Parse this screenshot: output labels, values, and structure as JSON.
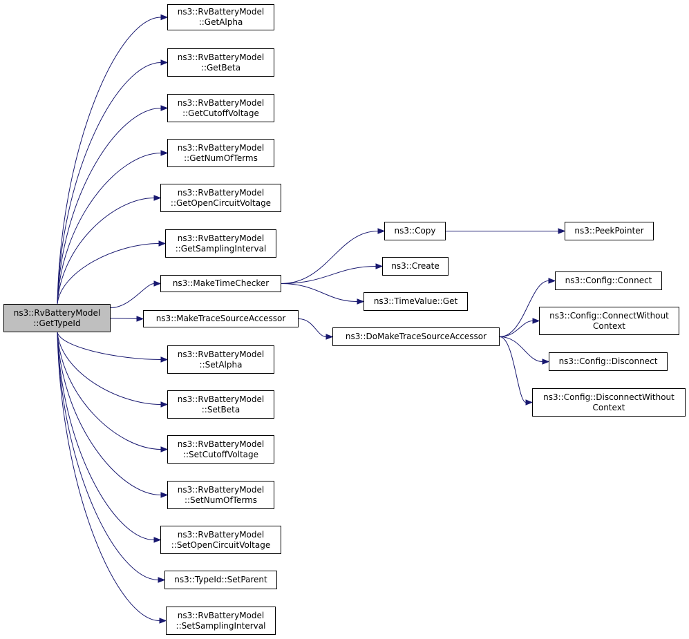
{
  "colors": {
    "edge": "#191970",
    "root_fill": "#bfbfbf",
    "node_border": "#000000"
  },
  "nodes": [
    {
      "id": "root",
      "lines": [
        "ns3::RvBatteryModel",
        "::GetTypeId"
      ]
    },
    {
      "id": "getalpha",
      "lines": [
        "ns3::RvBatteryModel",
        "::GetAlpha"
      ]
    },
    {
      "id": "getbeta",
      "lines": [
        "ns3::RvBatteryModel",
        "::GetBeta"
      ]
    },
    {
      "id": "getcutoff",
      "lines": [
        "ns3::RvBatteryModel",
        "::GetCutoffVoltage"
      ]
    },
    {
      "id": "getnumterms",
      "lines": [
        "ns3::RvBatteryModel",
        "::GetNumOfTerms"
      ]
    },
    {
      "id": "getocv",
      "lines": [
        "ns3::RvBatteryModel",
        "::GetOpenCircuitVoltage"
      ]
    },
    {
      "id": "getsampling",
      "lines": [
        "ns3::RvBatteryModel",
        "::GetSamplingInterval"
      ]
    },
    {
      "id": "maketimechecker",
      "lines": [
        "ns3::MakeTimeChecker"
      ]
    },
    {
      "id": "maketracesource",
      "lines": [
        "ns3::MakeTraceSourceAccessor"
      ]
    },
    {
      "id": "setalpha",
      "lines": [
        "ns3::RvBatteryModel",
        "::SetAlpha"
      ]
    },
    {
      "id": "setbeta",
      "lines": [
        "ns3::RvBatteryModel",
        "::SetBeta"
      ]
    },
    {
      "id": "setcutoff",
      "lines": [
        "ns3::RvBatteryModel",
        "::SetCutoffVoltage"
      ]
    },
    {
      "id": "setnumterms",
      "lines": [
        "ns3::RvBatteryModel",
        "::SetNumOfTerms"
      ]
    },
    {
      "id": "setocv",
      "lines": [
        "ns3::RvBatteryModel",
        "::SetOpenCircuitVoltage"
      ]
    },
    {
      "id": "setparent",
      "lines": [
        "ns3::TypeId::SetParent"
      ]
    },
    {
      "id": "setsampling",
      "lines": [
        "ns3::RvBatteryModel",
        "::SetSamplingInterval"
      ]
    },
    {
      "id": "copy",
      "lines": [
        "ns3::Copy"
      ]
    },
    {
      "id": "create",
      "lines": [
        "ns3::Create"
      ]
    },
    {
      "id": "timevalueget",
      "lines": [
        "ns3::TimeValue::Get"
      ]
    },
    {
      "id": "peekpointer",
      "lines": [
        "ns3::PeekPointer"
      ]
    },
    {
      "id": "domaketrace",
      "lines": [
        "ns3::DoMakeTraceSourceAccessor"
      ]
    },
    {
      "id": "connect",
      "lines": [
        "ns3::Config::Connect"
      ]
    },
    {
      "id": "connectwoctx",
      "lines": [
        "ns3::Config::ConnectWithout",
        "Context"
      ]
    },
    {
      "id": "disconnect",
      "lines": [
        "ns3::Config::Disconnect"
      ]
    },
    {
      "id": "disconnectwoctx",
      "lines": [
        "ns3::Config::DisconnectWithout",
        "Context"
      ]
    }
  ],
  "edges": [
    [
      "root",
      "getalpha"
    ],
    [
      "root",
      "getbeta"
    ],
    [
      "root",
      "getcutoff"
    ],
    [
      "root",
      "getnumterms"
    ],
    [
      "root",
      "getocv"
    ],
    [
      "root",
      "getsampling"
    ],
    [
      "root",
      "maketimechecker"
    ],
    [
      "root",
      "maketracesource"
    ],
    [
      "root",
      "setalpha"
    ],
    [
      "root",
      "setbeta"
    ],
    [
      "root",
      "setcutoff"
    ],
    [
      "root",
      "setnumterms"
    ],
    [
      "root",
      "setocv"
    ],
    [
      "root",
      "setparent"
    ],
    [
      "root",
      "setsampling"
    ],
    [
      "maketimechecker",
      "copy"
    ],
    [
      "maketimechecker",
      "create"
    ],
    [
      "maketimechecker",
      "timevalueget"
    ],
    [
      "copy",
      "peekpointer"
    ],
    [
      "maketracesource",
      "domaketrace"
    ],
    [
      "domaketrace",
      "connect"
    ],
    [
      "domaketrace",
      "connectwoctx"
    ],
    [
      "domaketrace",
      "disconnect"
    ],
    [
      "domaketrace",
      "disconnectwoctx"
    ]
  ]
}
